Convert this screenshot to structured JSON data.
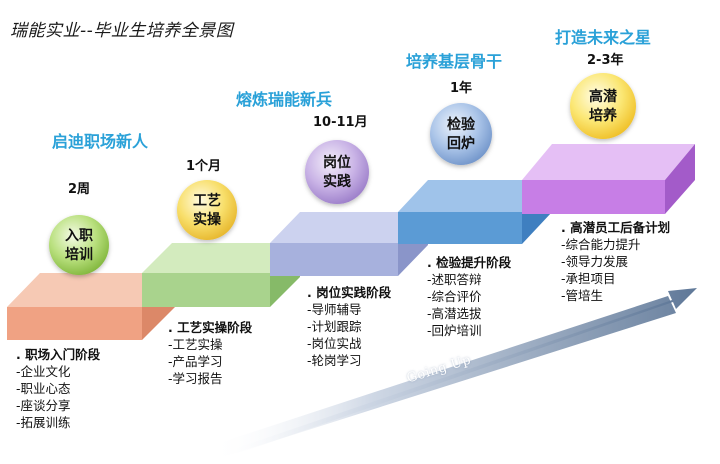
{
  "title": "瑞能实业--毕业生培养全景图",
  "watermark": "Going  Up",
  "stages": [
    {
      "name": "启迪职场新人",
      "duration": "2周",
      "circle_line1": "入职",
      "circle_line2": "培训",
      "heading": ". 职场入门阶段",
      "items": [
        "-企业文化",
        "-职业心态",
        "-座谈分享",
        "-拓展训练"
      ],
      "color": "#f2a88a"
    },
    {
      "name": "",
      "duration": "1个月",
      "circle_line1": "工艺",
      "circle_line2": "实操",
      "heading": ". 工艺实操阶段",
      "items": [
        "-工艺实操",
        "-产品学习",
        "-学习报告"
      ],
      "color": "#a9d38d"
    },
    {
      "name": "熔炼瑞能新兵",
      "duration": "10-11月",
      "circle_line1": "岗位",
      "circle_line2": "实践",
      "heading": ". 岗位实践阶段",
      "items": [
        "-导师辅导",
        "-计划跟踪",
        "-岗位实战",
        "-轮岗学习"
      ],
      "color": "#a7b1dd"
    },
    {
      "name": "培养基层骨干",
      "duration": "1年",
      "circle_line1": "检验",
      "circle_line2": "回炉",
      "heading": ". 检验提升阶段",
      "items": [
        "-述职答辩",
        "-综合评价",
        "-高潜选拔",
        "-回炉培训"
      ],
      "color": "#5b9bd5"
    },
    {
      "name": "打造未来之星",
      "duration": "2-3年",
      "circle_line1": "高潜",
      "circle_line2": "培养",
      "heading": ". 高潜员工后备计划",
      "items": [
        "-综合能力提升",
        "-领导力发展",
        "-承担项目",
        "-管培生"
      ],
      "color": "#c77ee6"
    }
  ]
}
